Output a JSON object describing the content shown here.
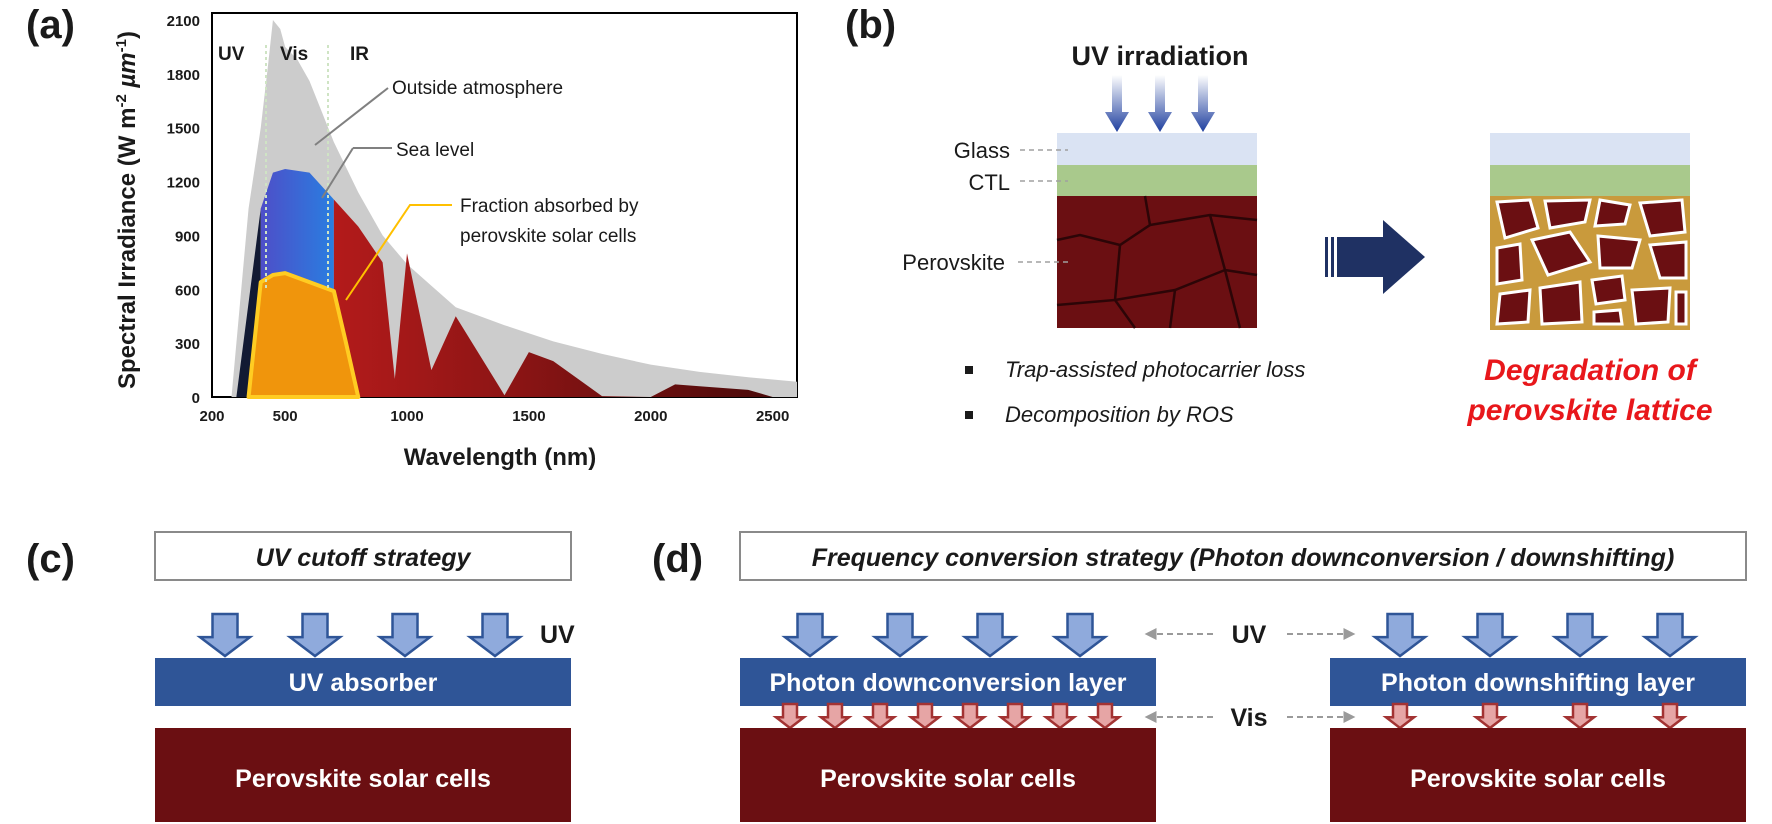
{
  "panels": {
    "a": {
      "letter": "(a)",
      "ylabel": "Spectral Irradiance (W m",
      "ylabel_sup1": "-2",
      "ylabel_mu": " µm",
      "ylabel_sup2": "-1",
      "ylabel_close": ")",
      "xlabel": "Wavelength (nm)",
      "x_ticks": [
        "200",
        "500",
        "1000",
        "1500",
        "2000",
        "2500"
      ],
      "y_ticks": [
        "0",
        "300",
        "600",
        "900",
        "1200",
        "1500",
        "1800",
        "2100"
      ],
      "regions": [
        "UV",
        "Vis",
        "IR"
      ],
      "ann_outside": "Outside atmosphere",
      "ann_sea": "Sea level",
      "ann_fraction_1": "Fraction absorbed by",
      "ann_fraction_2": "perovskite solar cells"
    },
    "b": {
      "letter": "(b)",
      "title": "UV irradiation",
      "layers": [
        "Glass",
        "CTL",
        "Perovskite"
      ],
      "bullets": [
        "Trap-assisted photocarrier loss",
        "Decomposition by ROS"
      ],
      "result_1": "Degradation of",
      "result_2": "perovskite lattice"
    },
    "c": {
      "letter": "(c)",
      "title": "UV cutoff strategy",
      "uv_label": "UV",
      "absorber": "UV absorber",
      "cells": "Perovskite solar cells"
    },
    "d": {
      "letter": "(d)",
      "title": "Frequency conversion strategy (Photon downconversion / downshifting)",
      "uv_label": "UV",
      "vis_label": "Vis",
      "layer_left": "Photon downconversion layer",
      "layer_right": "Photon downshifting layer",
      "cells_left": "Perovskite solar cells",
      "cells_right": "Perovskite solar cells"
    }
  },
  "colors": {
    "navy": "#1f3f8f",
    "blue_layer": "#2f5597",
    "blue_arrow": "#8faadc",
    "red_cell": "#6b0f12",
    "red_text": "#e8171b",
    "pink_arrow": "#e6a5a5",
    "glass": "#dae3f3",
    "ctl": "#a9c98c",
    "perovskite": "#6b0f12",
    "gold": "#c99a3c",
    "gray_spectrum": "#cccccc",
    "orange": "#f0950c",
    "yellow": "#ffcc22"
  },
  "chart_data": {
    "type": "area",
    "title": "",
    "xlabel": "Wavelength (nm)",
    "ylabel": "Spectral Irradiance (W m-2 µm-1)",
    "xlim": [
      200,
      2600
    ],
    "ylim": [
      0,
      2100
    ],
    "series": [
      {
        "name": "Outside atmosphere",
        "x": [
          280,
          350,
          400,
          430,
          450,
          480,
          500,
          550,
          600,
          700,
          800,
          900,
          1000,
          1100,
          1200,
          1400,
          1600,
          1800,
          2000,
          2200,
          2400,
          2600
        ],
        "y": [
          0,
          1050,
          1500,
          1850,
          2100,
          2050,
          1950,
          1880,
          1760,
          1420,
          1140,
          900,
          740,
          620,
          500,
          400,
          310,
          240,
          180,
          140,
          110,
          85
        ]
      },
      {
        "name": "Sea level",
        "x": [
          300,
          400,
          450,
          500,
          600,
          700,
          800,
          900,
          950,
          1000,
          1100,
          1200,
          1400,
          1500,
          1600,
          1800,
          2000,
          2100,
          2200,
          2400,
          2500
        ],
        "y": [
          0,
          1050,
          1250,
          1270,
          1250,
          1100,
          950,
          750,
          100,
          800,
          150,
          450,
          10,
          250,
          200,
          5,
          0,
          70,
          60,
          40,
          0
        ]
      },
      {
        "name": "Fraction absorbed by perovskite solar cells",
        "x": [
          350,
          400,
          450,
          500,
          600,
          700,
          750,
          800
        ],
        "y": [
          0,
          640,
          680,
          690,
          640,
          590,
          300,
          0
        ]
      }
    ]
  }
}
